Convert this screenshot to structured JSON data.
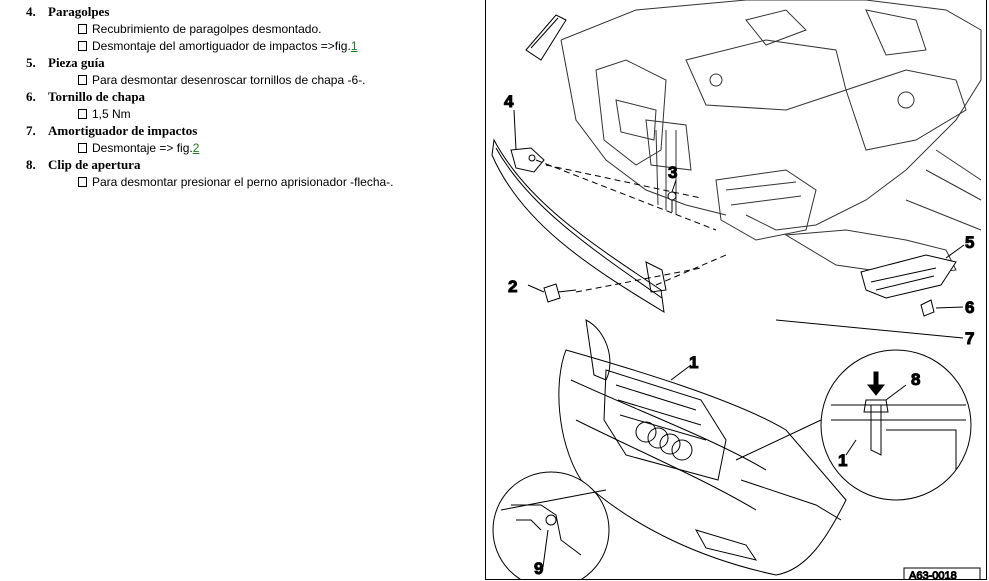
{
  "items": [
    {
      "num": "4.",
      "title": "Paragolpes",
      "subs": [
        {
          "text": "Recubrimiento de paragolpes desmontado.",
          "link": ""
        },
        {
          "text": "Desmontaje del amortiguador de impactos =>fig.",
          "link": "1"
        }
      ]
    },
    {
      "num": "5.",
      "title": "Pieza guía",
      "subs": [
        {
          "text": "Para desmontar desenroscar tornillos de chapa -6-.",
          "link": ""
        }
      ]
    },
    {
      "num": "6.",
      "title": "Tornillo de chapa",
      "subs": [
        {
          "text": "1,5 Nm",
          "link": ""
        }
      ]
    },
    {
      "num": "7.",
      "title": "Amortiguador de impactos",
      "subs": [
        {
          "text": "Desmontaje => fig.",
          "link": "2"
        }
      ]
    },
    {
      "num": "8.",
      "title": "Clip de apertura",
      "subs": [
        {
          "text": "Para desmontar presionar el perno aprisionador -flecha-.",
          "link": ""
        }
      ]
    }
  ],
  "figure": {
    "callouts": [
      "4",
      "3",
      "5",
      "2",
      "6",
      "7",
      "1",
      "8",
      "1",
      "9"
    ],
    "ref": "A63-0018"
  },
  "colors": {
    "link": "#1a7a1a"
  }
}
